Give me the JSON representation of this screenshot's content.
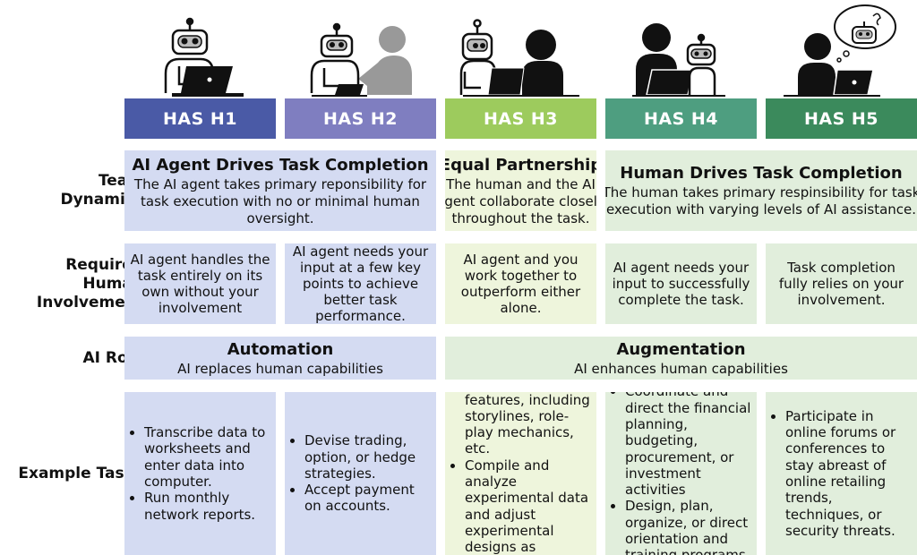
{
  "headers": [
    {
      "label": "HAS H1",
      "color": "#4a5aa6"
    },
    {
      "label": "HAS H2",
      "color": "#7f7ec0"
    },
    {
      "label": "HAS H3",
      "color": "#9dcb5d"
    },
    {
      "label": "HAS H4",
      "color": "#4e9e80"
    },
    {
      "label": "HAS H5",
      "color": "#3b8a5c"
    }
  ],
  "row_labels": {
    "team_dynamics": "Team Dynamics",
    "required_involvement": "Required Human Involvement",
    "ai_role": "AI Role",
    "example_tasks": "Example Tasks"
  },
  "team_dynamics": {
    "ai_drives": {
      "title": "AI Agent Drives Task Completion",
      "desc": "The AI agent takes primary reponsibility for task execution with no or minimal human oversight."
    },
    "equal": {
      "title": "Equal Partnership",
      "desc": "The human and the AI agent collaborate closely throughout the task."
    },
    "human_drives": {
      "title": "Human Drives Task Completion",
      "desc": "The human takes primary respinsibility for task execution with varying levels of AI assistance."
    }
  },
  "required_involvement": [
    "AI agent handles the task entirely on its own without your involvement",
    "AI agent needs your input at a few key points to achieve better task performance.",
    "AI agent and you work together to outperform either alone.",
    "AI agent needs your input to successfully complete the task.",
    "Task completion fully relies on your involvement."
  ],
  "ai_role": {
    "automation": {
      "title": "Automation",
      "desc": "AI replaces human capabilities"
    },
    "augmentation": {
      "title": "Augmentation",
      "desc": "AI enhances human capabilities"
    }
  },
  "example_tasks": [
    [
      "Transcribe data to worksheets and enter data into computer.",
      "Run monthly network reports."
    ],
    [
      "Devise trading, option, or hedge strategies.",
      "Accept payment on accounts."
    ],
    [
      "Create core game features, including storylines, role-play mechanics, etc.",
      "Compile and analyze experimental data and adjust experimental designs as necessary."
    ],
    [
      "Coordinate and direct the financial planning, budgeting, procurement, or investment activities",
      "Design, plan, organize, or direct orientation and training programs."
    ],
    [
      "Participate in online forums or conferences to stay abreast of online retailing trends, techniques, or security threats."
    ]
  ],
  "icons": [
    "robot-with-laptop-icon",
    "robot-and-human-icon",
    "robot-human-collaboration-icon",
    "human-with-robot-assistant-icon",
    "human-with-thinking-robot-icon"
  ]
}
